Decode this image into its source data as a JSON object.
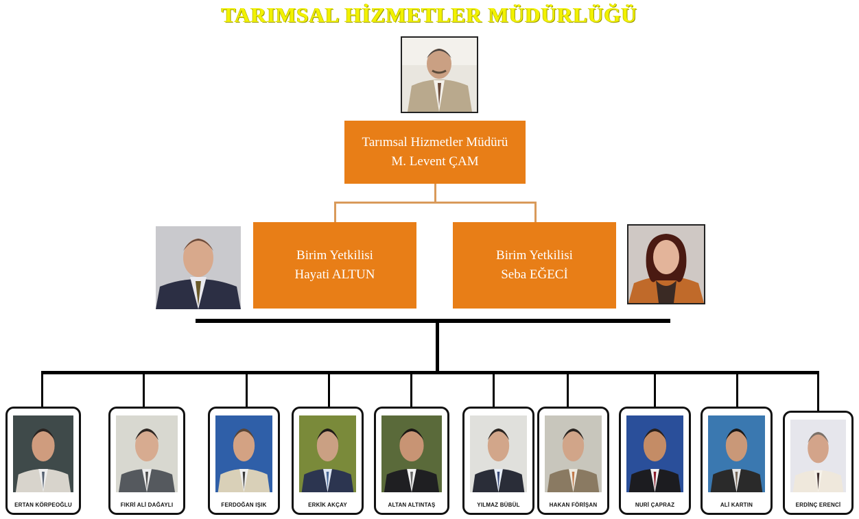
{
  "title": "TARIMSAL HİZMETLER  MÜDÜRLÜĞÜ",
  "director": {
    "role": "Tarımsal Hizmetler Müdürü",
    "name": "M. Levent ÇAM"
  },
  "unit_heads": [
    {
      "role": "Birim Yetkilisi",
      "name": "Hayati ALTUN"
    },
    {
      "role": "Birim Yetkilisi",
      "name": "Seba EĞECİ"
    }
  ],
  "staff": [
    {
      "name": "ERTAN KÖRPEOĞLU",
      "bg": "#3f4a4a"
    },
    {
      "name": "FIKRİ ALİ DAĞAYLI",
      "bg": "#d8d8d0"
    },
    {
      "name": "FERDOĞAN IŞIK",
      "bg": "#2f5fa8"
    },
    {
      "name": "ERKİK AKÇAY",
      "bg": "#7a8a3a"
    },
    {
      "name": "ALTAN ALTINTAŞ",
      "bg": "#5a6a3a"
    },
    {
      "name": "YILMAZ BÜBÜL",
      "bg": "#e0e0dc"
    },
    {
      "name": "HAKAN FÖRİŞAN",
      "bg": "#c8c6bc"
    },
    {
      "name": "NURİ ÇAPRAZ",
      "bg": "#2a4f9a"
    },
    {
      "name": "ALİ KARTIN",
      "bg": "#3a78b0"
    },
    {
      "name": "ERDİNÇ ERENCİ",
      "bg": "#e6e6ec"
    }
  ],
  "colors": {
    "box": "#e87e17",
    "title": "#f2f200",
    "connector": "#d99a5a"
  }
}
